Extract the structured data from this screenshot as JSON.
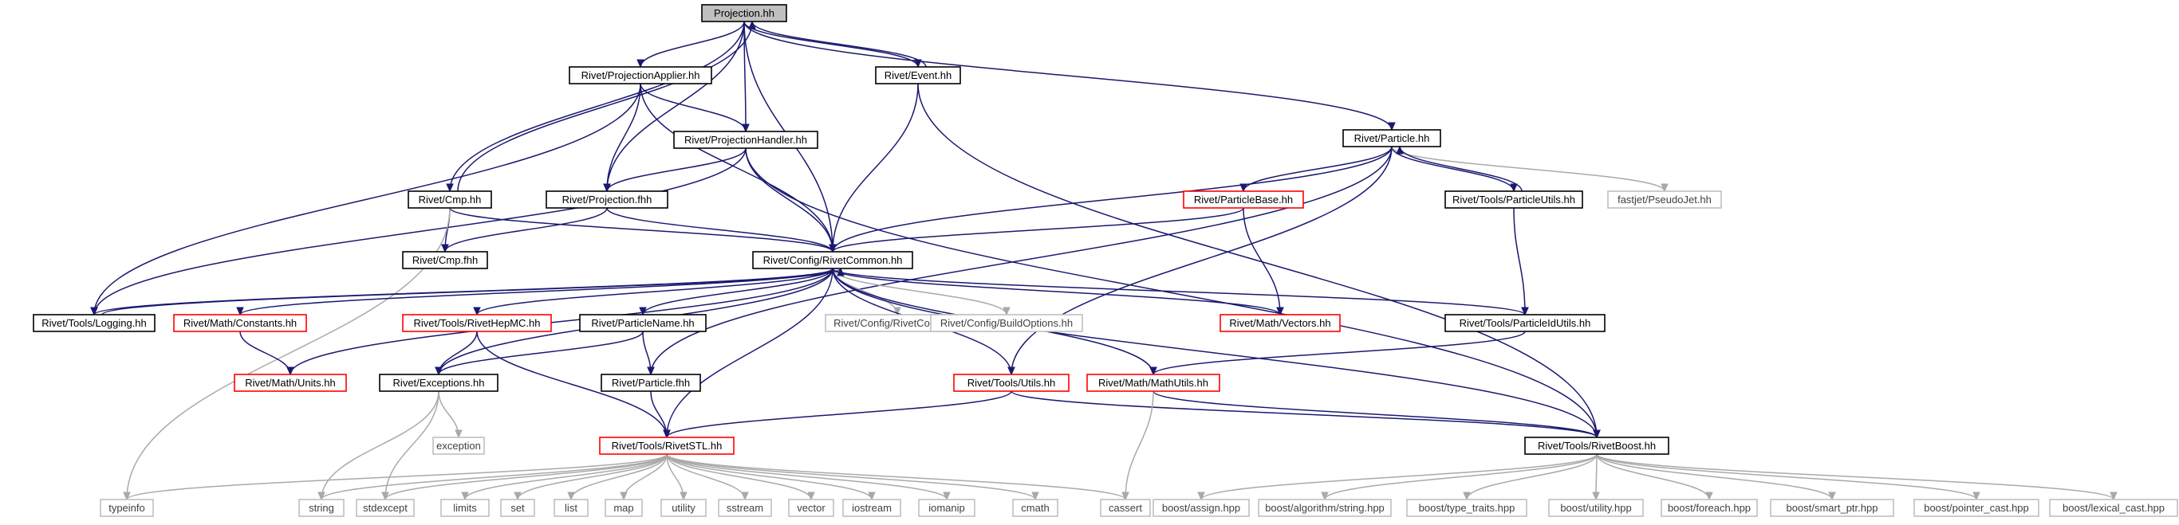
{
  "colors": {
    "edge": "#191970",
    "edge_external": "#a9a9a9",
    "border_normal": "#000000",
    "border_incomplete": "#ff0000",
    "border_external": "#bfbfbf",
    "fill_selected": "#bfbfbf",
    "fill_normal": "#ffffff",
    "text_normal": "#000000",
    "text_external": "#404040"
  },
  "nodes": [
    {
      "id": "projection_hh",
      "label": "Projection.hh",
      "style": "selected"
    },
    {
      "id": "projectionapplier_hh",
      "label": "Rivet/ProjectionApplier.hh",
      "style": "normal"
    },
    {
      "id": "event_hh",
      "label": "Rivet/Event.hh",
      "style": "normal"
    },
    {
      "id": "projectionhandler_hh",
      "label": "Rivet/ProjectionHandler.hh",
      "style": "normal"
    },
    {
      "id": "particle_hh",
      "label": "Rivet/Particle.hh",
      "style": "normal"
    },
    {
      "id": "cmp_hh",
      "label": "Rivet/Cmp.hh",
      "style": "normal"
    },
    {
      "id": "projection_fhh",
      "label": "Rivet/Projection.fhh",
      "style": "normal"
    },
    {
      "id": "particlebase_hh",
      "label": "Rivet/ParticleBase.hh",
      "style": "incomplete"
    },
    {
      "id": "particleutils_hh",
      "label": "Rivet/Tools/ParticleUtils.hh",
      "style": "normal"
    },
    {
      "id": "pseudojet_hh",
      "label": "fastjet/PseudoJet.hh",
      "style": "external"
    },
    {
      "id": "cmp_fhh",
      "label": "Rivet/Cmp.fhh",
      "style": "normal"
    },
    {
      "id": "rivetcommon_hh",
      "label": "Rivet/Config/RivetCommon.hh",
      "style": "normal"
    },
    {
      "id": "logging_hh",
      "label": "Rivet/Tools/Logging.hh",
      "style": "normal"
    },
    {
      "id": "constants_hh",
      "label": "Rivet/Math/Constants.hh",
      "style": "incomplete"
    },
    {
      "id": "rivethepmc_hh",
      "label": "Rivet/Tools/RivetHepMC.hh",
      "style": "incomplete"
    },
    {
      "id": "particlename_hh",
      "label": "Rivet/ParticleName.hh",
      "style": "normal"
    },
    {
      "id": "rivetconfig_hh",
      "label": "Rivet/Config/RivetConfig.hh",
      "style": "external"
    },
    {
      "id": "buildoptions_hh",
      "label": "Rivet/Config/BuildOptions.hh",
      "style": "external"
    },
    {
      "id": "vectors_hh",
      "label": "Rivet/Math/Vectors.hh",
      "style": "incomplete"
    },
    {
      "id": "particleidutils_hh",
      "label": "Rivet/Tools/ParticleIdUtils.hh",
      "style": "normal"
    },
    {
      "id": "units_hh",
      "label": "Rivet/Math/Units.hh",
      "style": "incomplete"
    },
    {
      "id": "exceptions_hh",
      "label": "Rivet/Exceptions.hh",
      "style": "normal"
    },
    {
      "id": "particle_fhh",
      "label": "Rivet/Particle.fhh",
      "style": "normal"
    },
    {
      "id": "utils_hh",
      "label": "Rivet/Tools/Utils.hh",
      "style": "incomplete"
    },
    {
      "id": "mathutils_hh",
      "label": "Rivet/Math/MathUtils.hh",
      "style": "incomplete"
    },
    {
      "id": "exception",
      "label": "exception",
      "style": "external"
    },
    {
      "id": "rivetstl_hh",
      "label": "Rivet/Tools/RivetSTL.hh",
      "style": "incomplete"
    },
    {
      "id": "rivetboost_hh",
      "label": "Rivet/Tools/RivetBoost.hh",
      "style": "normal"
    },
    {
      "id": "typeinfo",
      "label": "typeinfo",
      "style": "external"
    },
    {
      "id": "string",
      "label": "string",
      "style": "external"
    },
    {
      "id": "stdexcept",
      "label": "stdexcept",
      "style": "external"
    },
    {
      "id": "limits",
      "label": "limits",
      "style": "external"
    },
    {
      "id": "set",
      "label": "set",
      "style": "external"
    },
    {
      "id": "list",
      "label": "list",
      "style": "external"
    },
    {
      "id": "map",
      "label": "map",
      "style": "external"
    },
    {
      "id": "utility",
      "label": "utility",
      "style": "external"
    },
    {
      "id": "sstream",
      "label": "sstream",
      "style": "external"
    },
    {
      "id": "vector",
      "label": "vector",
      "style": "external"
    },
    {
      "id": "iostream",
      "label": "iostream",
      "style": "external"
    },
    {
      "id": "iomanip",
      "label": "iomanip",
      "style": "external"
    },
    {
      "id": "cmath",
      "label": "cmath",
      "style": "external"
    },
    {
      "id": "cassert",
      "label": "cassert",
      "style": "external"
    },
    {
      "id": "boost_assign",
      "label": "boost/assign.hpp",
      "style": "external"
    },
    {
      "id": "boost_algstring",
      "label": "boost/algorithm/string.hpp",
      "style": "external"
    },
    {
      "id": "boost_typetraits",
      "label": "boost/type_traits.hpp",
      "style": "external"
    },
    {
      "id": "boost_utility",
      "label": "boost/utility.hpp",
      "style": "external"
    },
    {
      "id": "boost_foreach",
      "label": "boost/foreach.hpp",
      "style": "external"
    },
    {
      "id": "boost_smartptr",
      "label": "boost/smart_ptr.hpp",
      "style": "external"
    },
    {
      "id": "boost_pointercast",
      "label": "boost/pointer_cast.hpp",
      "style": "external"
    },
    {
      "id": "boost_lexicalcast",
      "label": "boost/lexical_cast.hpp",
      "style": "external"
    }
  ],
  "edges": [
    [
      "projection_hh",
      "projectionapplier_hh"
    ],
    [
      "projection_hh",
      "event_hh"
    ],
    [
      "projection_hh",
      "projectionhandler_hh"
    ],
    [
      "projection_hh",
      "particle_hh"
    ],
    [
      "projection_hh",
      "cmp_hh"
    ],
    [
      "projection_hh",
      "projection_fhh"
    ],
    [
      "projection_hh",
      "rivetcommon_hh"
    ],
    [
      "projectionapplier_hh",
      "projectionhandler_hh"
    ],
    [
      "projectionapplier_hh",
      "projection_fhh"
    ],
    [
      "projectionapplier_hh",
      "rivetcommon_hh"
    ],
    [
      "projectionapplier_hh",
      "logging_hh"
    ],
    [
      "event_hh",
      "projection_hh"
    ],
    [
      "event_hh",
      "rivetcommon_hh"
    ],
    [
      "event_hh",
      "rivetboost_hh"
    ],
    [
      "projectionhandler_hh",
      "projection_fhh"
    ],
    [
      "projectionhandler_hh",
      "rivetcommon_hh"
    ],
    [
      "projectionhandler_hh",
      "logging_hh"
    ],
    [
      "projectionhandler_hh",
      "rivetboost_hh"
    ],
    [
      "particle_hh",
      "particlebase_hh"
    ],
    [
      "particle_hh",
      "particleutils_hh"
    ],
    [
      "particle_hh",
      "pseudojet_hh"
    ],
    [
      "particle_hh",
      "rivetcommon_hh"
    ],
    [
      "particle_hh",
      "particle_fhh"
    ],
    [
      "particle_hh",
      "utils_hh"
    ],
    [
      "cmp_hh",
      "projection_hh"
    ],
    [
      "cmp_hh",
      "cmp_fhh"
    ],
    [
      "cmp_hh",
      "rivetcommon_hh"
    ],
    [
      "cmp_hh",
      "typeinfo"
    ],
    [
      "projection_fhh",
      "cmp_fhh"
    ],
    [
      "projection_fhh",
      "rivetcommon_hh"
    ],
    [
      "particlebase_hh",
      "rivetcommon_hh"
    ],
    [
      "particlebase_hh",
      "vectors_hh"
    ],
    [
      "particleutils_hh",
      "particle_hh"
    ],
    [
      "particleutils_hh",
      "particleidutils_hh"
    ],
    [
      "rivetcommon_hh",
      "logging_hh"
    ],
    [
      "rivetcommon_hh",
      "constants_hh"
    ],
    [
      "rivetcommon_hh",
      "units_hh"
    ],
    [
      "rivetcommon_hh",
      "exceptions_hh"
    ],
    [
      "rivetcommon_hh",
      "rivethepmc_hh"
    ],
    [
      "rivetcommon_hh",
      "particlename_hh"
    ],
    [
      "rivetcommon_hh",
      "rivetconfig_hh"
    ],
    [
      "rivetcommon_hh",
      "buildoptions_hh"
    ],
    [
      "rivetcommon_hh",
      "vectors_hh"
    ],
    [
      "rivetcommon_hh",
      "particleidutils_hh"
    ],
    [
      "rivetcommon_hh",
      "utils_hh"
    ],
    [
      "rivetcommon_hh",
      "mathutils_hh"
    ],
    [
      "rivetcommon_hh",
      "rivetstl_hh"
    ],
    [
      "rivetcommon_hh",
      "rivetboost_hh"
    ],
    [
      "logging_hh",
      "rivetcommon_hh"
    ],
    [
      "constants_hh",
      "units_hh"
    ],
    [
      "rivethepmc_hh",
      "exceptions_hh"
    ],
    [
      "rivethepmc_hh",
      "rivetstl_hh"
    ],
    [
      "particlename_hh",
      "exceptions_hh"
    ],
    [
      "particlename_hh",
      "particle_fhh"
    ],
    [
      "particleidutils_hh",
      "mathutils_hh"
    ],
    [
      "exceptions_hh",
      "exception"
    ],
    [
      "exceptions_hh",
      "string"
    ],
    [
      "exceptions_hh",
      "stdexcept"
    ],
    [
      "particle_fhh",
      "rivetstl_hh"
    ],
    [
      "utils_hh",
      "rivetstl_hh"
    ],
    [
      "utils_hh",
      "rivetboost_hh"
    ],
    [
      "mathutils_hh",
      "rivetboost_hh"
    ],
    [
      "mathutils_hh",
      "cassert"
    ],
    [
      "rivetstl_hh",
      "typeinfo"
    ],
    [
      "rivetstl_hh",
      "string"
    ],
    [
      "rivetstl_hh",
      "stdexcept"
    ],
    [
      "rivetstl_hh",
      "limits"
    ],
    [
      "rivetstl_hh",
      "set"
    ],
    [
      "rivetstl_hh",
      "list"
    ],
    [
      "rivetstl_hh",
      "map"
    ],
    [
      "rivetstl_hh",
      "utility"
    ],
    [
      "rivetstl_hh",
      "sstream"
    ],
    [
      "rivetstl_hh",
      "vector"
    ],
    [
      "rivetstl_hh",
      "iostream"
    ],
    [
      "rivetstl_hh",
      "iomanip"
    ],
    [
      "rivetstl_hh",
      "cmath"
    ],
    [
      "rivetstl_hh",
      "cassert"
    ],
    [
      "rivetboost_hh",
      "boost_assign"
    ],
    [
      "rivetboost_hh",
      "boost_algstring"
    ],
    [
      "rivetboost_hh",
      "boost_typetraits"
    ],
    [
      "rivetboost_hh",
      "boost_utility"
    ],
    [
      "rivetboost_hh",
      "boost_foreach"
    ],
    [
      "rivetboost_hh",
      "boost_smartptr"
    ],
    [
      "rivetboost_hh",
      "boost_pointercast"
    ],
    [
      "rivetboost_hh",
      "boost_lexicalcast"
    ]
  ]
}
